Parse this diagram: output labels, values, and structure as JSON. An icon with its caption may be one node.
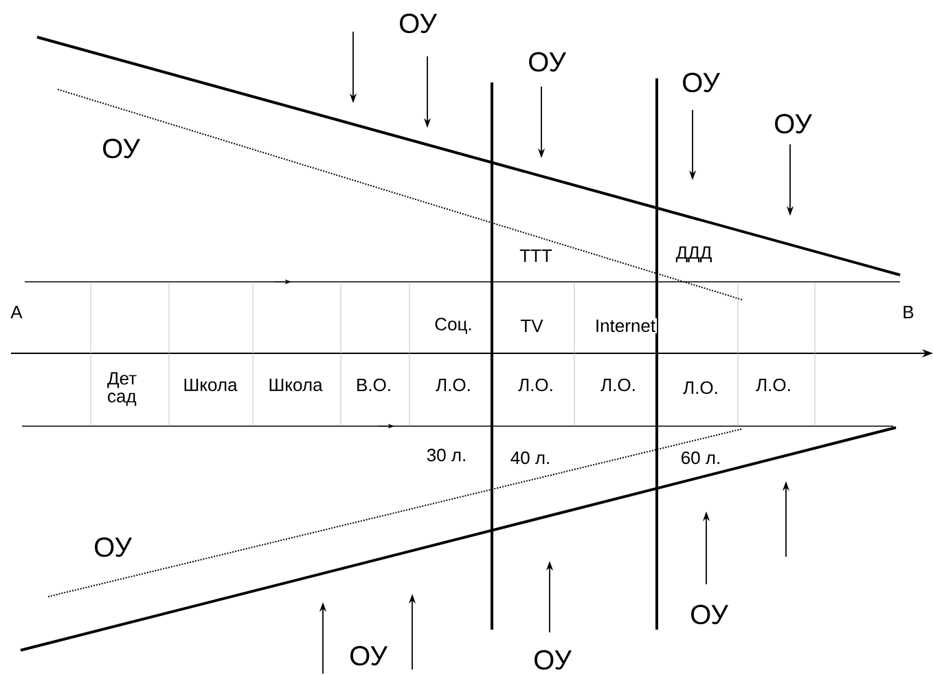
{
  "diagram": {
    "labels": [
      "ОУ",
      "ОУ",
      "ОУ",
      "ОУ",
      "ОУ",
      "ТТТ",
      "ДДД",
      "А",
      "Соц.",
      "TV",
      "Internet",
      "В",
      "Дет сад",
      "Школа",
      "Школа",
      "В.О.",
      "Л.О.",
      "Л.О.",
      "Л.О.",
      "Л.О.",
      "Л.О.",
      "30 л.",
      "40 л.",
      "60 л.",
      "ОУ",
      "ОУ",
      "ОУ",
      "ОУ"
    ]
  }
}
